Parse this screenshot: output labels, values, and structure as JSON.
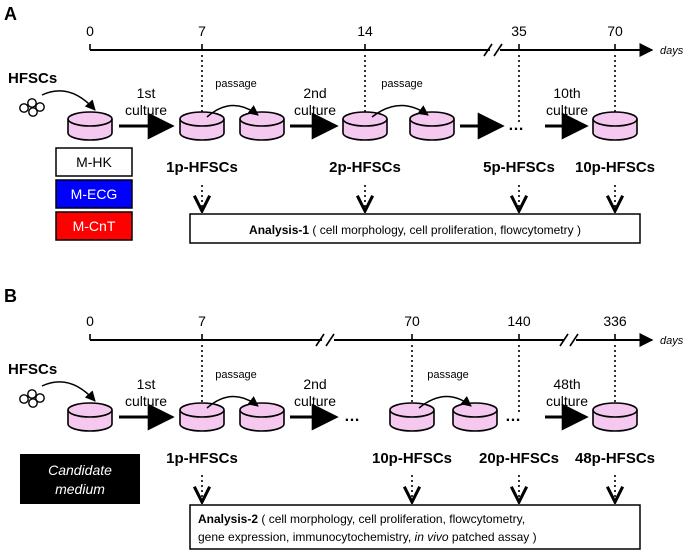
{
  "panelA": {
    "label": "A",
    "unit": "days",
    "ticks": [
      "0",
      "7",
      "14",
      "35",
      "70"
    ],
    "source": "HFSCs",
    "steps": [
      "1st",
      "culture",
      "passage",
      "2nd",
      "culture",
      "passage",
      "10th",
      "culture"
    ],
    "stages": [
      "1p-HFSCs",
      "2p-HFSCs",
      "5p-HFSCs",
      "10p-HFSCs"
    ],
    "media": [
      {
        "label": "M-HK",
        "color": "#ffffff",
        "text_color": "#000000"
      },
      {
        "label": "M-ECG",
        "color": "#0000ff",
        "text_color": "#ffffff"
      },
      {
        "label": "M-CnT",
        "color": "#ff0000",
        "text_color": "#ffffff"
      }
    ],
    "analysis_title": "Analysis-1",
    "analysis_text": "( cell morphology, cell proliferation, flowcytometry )"
  },
  "panelB": {
    "label": "B",
    "unit": "days",
    "ticks": [
      "0",
      "7",
      "70",
      "140",
      "336"
    ],
    "source": "HFSCs",
    "steps": [
      "1st",
      "culture",
      "passage",
      "2nd",
      "culture",
      "passage",
      "48th",
      "culture"
    ],
    "stages": [
      "1p-HFSCs",
      "10p-HFSCs",
      "20p-HFSCs",
      "48p-HFSCs"
    ],
    "medium_line1": "Candidate",
    "medium_line2": "medium",
    "analysis_title": "Analysis-2",
    "analysis_line1": "( cell morphology, cell proliferation, flowcytometry,",
    "analysis_line2_a": "gene expression, immunocytochemistry, ",
    "analysis_line2_b": "in vivo",
    "analysis_line2_c": " patched assay )"
  },
  "colors": {
    "dish_fill": "#f4c8ef",
    "dish_stroke": "#000000",
    "line": "#000000"
  }
}
